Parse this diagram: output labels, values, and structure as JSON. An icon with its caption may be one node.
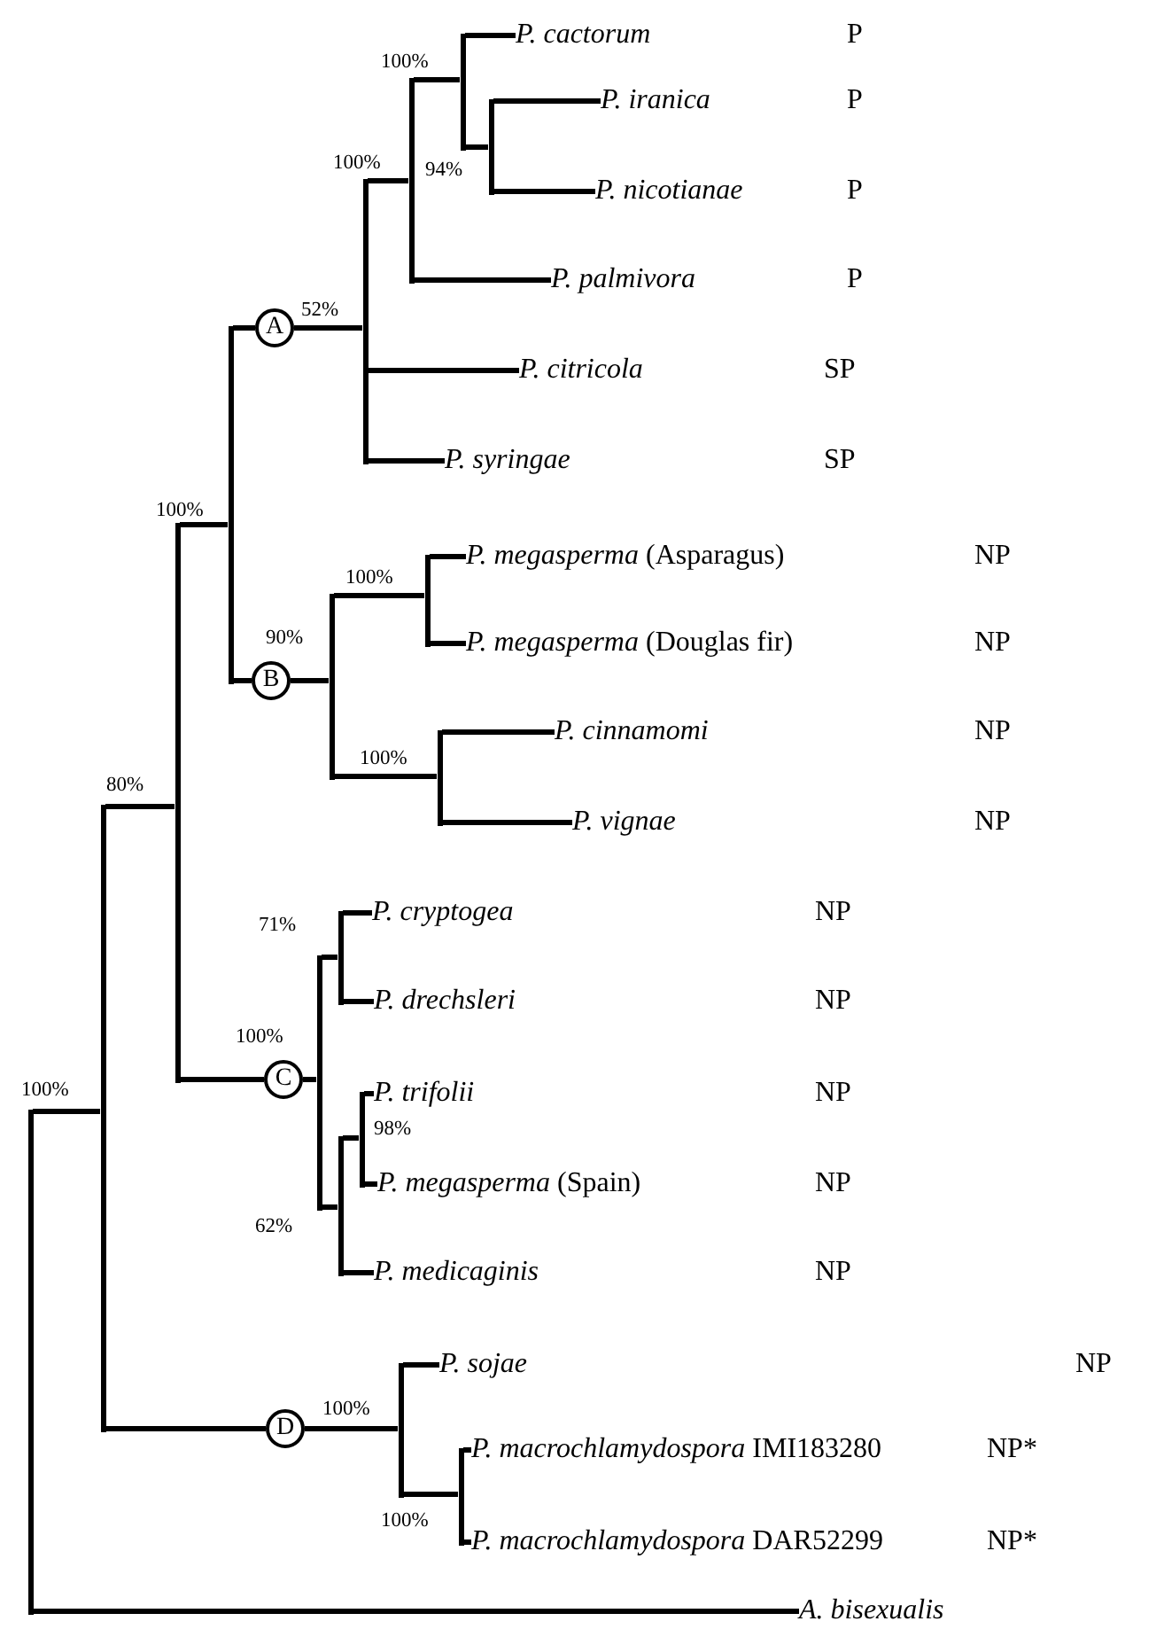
{
  "diagram": {
    "nodes": [
      {
        "text": [
          "P. cactorum"
        ]
      },
      {
        "text": [
          "P. iranica"
        ]
      },
      {
        "text": [
          "P. nicotianae"
        ]
      },
      {
        "text": [
          "P. palmivora"
        ]
      },
      {
        "text": [
          "P. citricola"
        ]
      },
      {
        "text": [
          "P. syringae"
        ]
      },
      {
        "text": [
          "*P. megasperma* (Asparagus)"
        ]
      },
      {
        "text": [
          "*P. megasperma* (Douglas fir)"
        ]
      },
      {
        "text": [
          "P. cinnamomi"
        ]
      },
      {
        "text": [
          "P. vignae"
        ]
      },
      {
        "text": [
          "P. cryptogea"
        ]
      },
      {
        "text": [
          "P. drechsleri"
        ]
      },
      {
        "text": [
          "P. trifolii"
        ]
      },
      {
        "text": [
          "*P. megasperma* (Spain)"
        ]
      },
      {
        "text": [
          "P. medicaginis"
        ]
      },
      {
        "text": [
          "P. sojae"
        ]
      },
      {
        "text": [
          "*P. macrochlamydospora* IMI183280"
        ]
      },
      {
        "text": [
          "*P. macrochlamydospora* DAR52299"
        ]
      },
      {
        "text": [
          "A. bisexualis"
        ]
      },
      {
        "text": [
          "A"
        ]
      },
      {
        "text": [
          "B"
        ]
      },
      {
        "text": [
          "C"
        ]
      },
      {
        "text": [
          "D"
        ]
      },
      {
        "text": [],
        "shape": "bar"
      },
      {
        "text": [],
        "shape": "bar"
      },
      {
        "text": [],
        "shape": "bar"
      },
      {
        "text": [],
        "shape": "bar"
      },
      {
        "text": [],
        "shape": "bar"
      },
      {
        "text": [],
        "shape": "bar"
      },
      {
        "text": [],
        "shape": "bar"
      },
      {
        "text": [],
        "shape": "bar"
      },
      {
        "text": [],
        "shape": "bar"
      },
      {
        "text": [],
        "shape": "bar"
      },
      {
        "text": [],
        "shape": "bar"
      },
      {
        "text": [],
        "shape": "bar"
      },
      {
        "text": [],
        "shape": "bar"
      },
      {
        "text": [],
        "shape": "bar"
      },
      {
        "text": [],
        "shape": "bar"
      },
      {
        "text": [],
        "shape": "bar"
      },
      {
        "text": [],
        "shape": "bar"
      }
    ],
    "edges": [
      {
        "from": 23,
        "to": 24,
        "arrow": "none"
      },
      {
        "from": 23,
        "to": 18,
        "arrow": "none"
      },
      {
        "from": 24,
        "to": 25,
        "arrow": "none"
      },
      {
        "from": 24,
        "to": 22,
        "arrow": "none"
      },
      {
        "from": 22,
        "to": 38,
        "arrow": "none"
      },
      {
        "from": 25,
        "to": 26,
        "arrow": "none"
      },
      {
        "from": 25,
        "to": 21,
        "arrow": "none"
      },
      {
        "from": 21,
        "to": 34,
        "arrow": "none"
      },
      {
        "from": 26,
        "to": 19,
        "arrow": "none"
      },
      {
        "from": 19,
        "to": 27,
        "arrow": "none"
      },
      {
        "from": 26,
        "to": 20,
        "arrow": "none"
      },
      {
        "from": 20,
        "to": 31,
        "arrow": "none"
      },
      {
        "from": 27,
        "to": 28,
        "arrow": "none"
      },
      {
        "from": 27,
        "to": 4,
        "arrow": "none"
      },
      {
        "from": 27,
        "to": 5,
        "arrow": "none"
      },
      {
        "from": 28,
        "to": 29,
        "arrow": "none"
      },
      {
        "from": 28,
        "to": 3,
        "arrow": "none"
      },
      {
        "from": 29,
        "to": 0,
        "arrow": "none"
      },
      {
        "from": 29,
        "to": 30,
        "arrow": "none"
      },
      {
        "from": 30,
        "to": 1,
        "arrow": "none"
      },
      {
        "from": 30,
        "to": 2,
        "arrow": "none"
      },
      {
        "from": 31,
        "to": 32,
        "arrow": "none"
      },
      {
        "from": 31,
        "to": 33,
        "arrow": "none"
      },
      {
        "from": 32,
        "to": 6,
        "arrow": "none"
      },
      {
        "from": 32,
        "to": 7,
        "arrow": "none"
      },
      {
        "from": 33,
        "to": 8,
        "arrow": "none"
      },
      {
        "from": 33,
        "to": 9,
        "arrow": "none"
      },
      {
        "from": 34,
        "to": 35,
        "arrow": "none"
      },
      {
        "from": 34,
        "to": 36,
        "arrow": "none"
      },
      {
        "from": 35,
        "to": 10,
        "arrow": "none"
      },
      {
        "from": 35,
        "to": 11,
        "arrow": "none"
      },
      {
        "from": 36,
        "to": 37,
        "arrow": "none"
      },
      {
        "from": 36,
        "to": 14,
        "arrow": "none"
      },
      {
        "from": 37,
        "to": 12,
        "arrow": "none"
      },
      {
        "from": 37,
        "to": 13,
        "arrow": "none"
      },
      {
        "from": 38,
        "to": 15,
        "arrow": "none"
      },
      {
        "from": 38,
        "to": 39,
        "arrow": "none"
      },
      {
        "from": 39,
        "to": 16,
        "arrow": "none"
      },
      {
        "from": 39,
        "to": 17,
        "arrow": "none"
      }
    ],
    "labels": [
      "P",
      "100%",
      "P",
      "100%",
      "94%",
      "P",
      "P",
      "52%",
      "SP",
      "SP",
      "100%",
      "NP",
      "100%",
      "90%",
      "NP",
      "NP",
      "100%",
      "80%",
      "NP",
      "NP",
      "71%",
      "NP",
      "100%",
      "100%",
      "NP",
      "98%",
      "NP",
      "62%",
      "NP",
      "NP",
      "100%",
      "NP*",
      "100%",
      "NP*"
    ]
  }
}
